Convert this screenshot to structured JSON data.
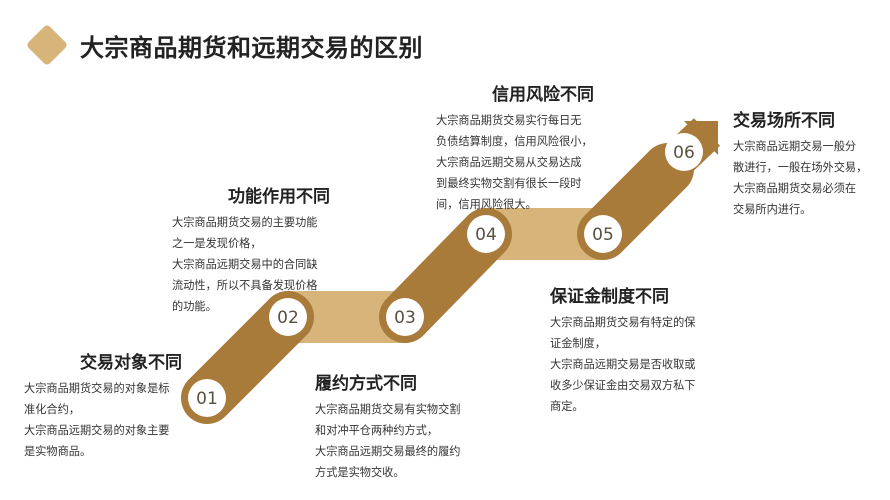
{
  "title": "大宗商品期货和远期交易的区别",
  "colors": {
    "gold_dark": "#A87B3B",
    "gold_light": "#D6B47A",
    "circle": "#FFFFFF"
  },
  "steps": [
    {
      "num": "01",
      "heading": "交易对象不同",
      "lines": [
        "大宗商品期货交易的对象是标",
        "准化合约，",
        "大宗商品远期交易的对象主要",
        "是实物商品。"
      ]
    },
    {
      "num": "02",
      "heading": "功能作用不同",
      "lines": [
        "大宗商品期货交易的主要功能",
        "之一是发现价格，",
        "大宗商品远期交易中的合同缺",
        "流动性，所以不具备发现价格",
        "的功能。"
      ]
    },
    {
      "num": "03",
      "heading": "履约方式不同",
      "lines": [
        "大宗商品期货交易有实物交割",
        "和对冲平仓两种约方式，",
        "大宗商品远期交易最终的履约",
        "方式是实物交收。"
      ]
    },
    {
      "num": "04",
      "heading": "信用风险不同",
      "lines": [
        "大宗商品期货交易实行每日无",
        "负债结算制度，信用风险很小，",
        "大宗商品远期交易从交易达成",
        "到最终实物交割有很长一段时",
        "间，信用风险很大。"
      ]
    },
    {
      "num": "05",
      "heading": "保证金制度不同",
      "lines": [
        "大宗商品期货交易有特定的保",
        "证金制度，",
        "大宗商品远期交易是否收取或",
        "收多少保证金由交易双方私下",
        "商定。"
      ]
    },
    {
      "num": "06",
      "heading": "交易场所不同",
      "lines": [
        "大宗商品远期交易一般分",
        "散进行，一般在场外交易，",
        "大宗商品期货交易必须在",
        "交易所内进行。"
      ]
    }
  ]
}
